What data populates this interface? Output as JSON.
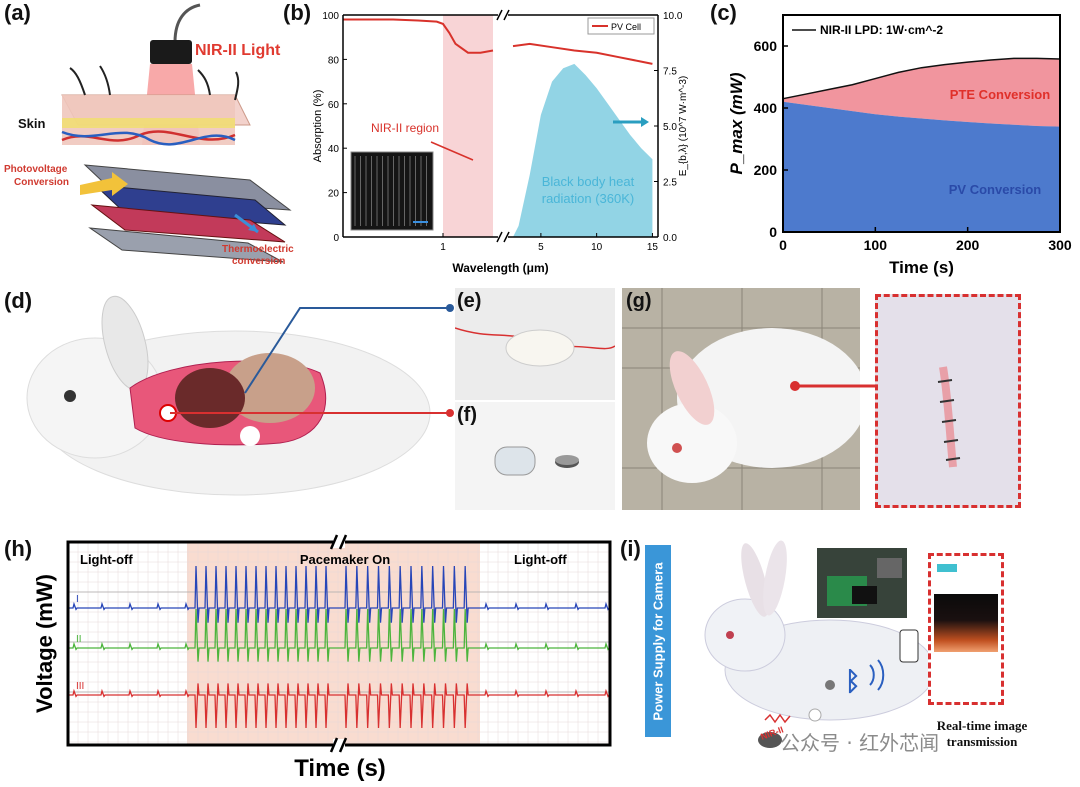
{
  "panels": {
    "a": {
      "letter": "(a)",
      "light_label": "NIR-II Light",
      "skin_label": "Skin",
      "pv_label_1": "Photovoltage",
      "pv_label_2": "Conversion",
      "te_label_1": "Thermoelectric",
      "te_label_2": "conversion"
    },
    "b": {
      "letter": "(b)"
    },
    "c": {
      "letter": "(c)"
    },
    "d": {
      "letter": "(d)"
    },
    "e": {
      "letter": "(e)"
    },
    "f": {
      "letter": "(f)"
    },
    "g": {
      "letter": "(g)"
    },
    "h": {
      "letter": "(h)"
    },
    "i": {
      "letter": "(i)",
      "side_label": "Power Supply for Camera",
      "nir_label": "NIR-II",
      "caption_1": "Real-time image",
      "caption_2": "transmission"
    }
  },
  "watermark": "公众号 · 红外芯闻",
  "colors": {
    "pv_red": "#d8322b",
    "pink_band": "#f6c9cc",
    "bb_cyan": "#7fcde0",
    "pte_pink": "#f08a93",
    "pv_blue": "#3a6cc8",
    "ecg_blue": "#2846b8",
    "ecg_green": "#4cb43c",
    "ecg_red": "#d83030",
    "pacemaker_bg": "#f9dcd0"
  },
  "chart_data": [
    {
      "id": "b",
      "type": "area",
      "xlabel": "Wavelength (μm)",
      "ylabel_left": "Absorption (%)",
      "ylabel_right": "E_{b,λ} (10^7 W·m^-3)",
      "xticks_left": [
        "1"
      ],
      "xticks_right": [
        "5",
        "10",
        "15"
      ],
      "yticks_left": [
        "0",
        "20",
        "40",
        "60",
        "80",
        "100"
      ],
      "yticks_right": [
        "0.0",
        "2.5",
        "5.0",
        "7.5",
        "10.0"
      ],
      "ylim_left": [
        0,
        100
      ],
      "ylim_right": [
        0,
        10
      ],
      "legend": "PV Cell",
      "legend_position": "top-right",
      "annotations": {
        "nir_region": "NIR-II region",
        "blackbody_1": "Black body heat",
        "blackbody_2": "radiation (360K)"
      },
      "series": [
        {
          "name": "PV Cell",
          "axis": "left",
          "segment": "left",
          "x": [
            0.2,
            0.4,
            0.6,
            0.8,
            0.95,
            1.0,
            1.05,
            1.1,
            1.2,
            1.3,
            1.4
          ],
          "y": [
            98,
            98,
            98,
            97.5,
            97,
            96,
            92,
            87,
            83,
            83,
            84
          ]
        },
        {
          "name": "PV Cell",
          "axis": "left",
          "segment": "right",
          "x": [
            2.5,
            4,
            6,
            8,
            10,
            12,
            14,
            15
          ],
          "y": [
            86,
            87,
            85.5,
            84,
            83,
            81,
            79,
            78
          ]
        },
        {
          "name": "Black body heat radiation (360K)",
          "axis": "right",
          "segment": "right",
          "x": [
            2.5,
            3,
            4,
            5,
            6,
            7,
            8,
            9,
            10,
            11,
            12,
            13,
            14,
            15
          ],
          "y": [
            0.0,
            0.5,
            2.8,
            5.5,
            7.0,
            7.6,
            7.8,
            7.3,
            6.7,
            6.0,
            5.3,
            4.6,
            4.0,
            3.5
          ]
        }
      ],
      "nir_band": [
        1.0,
        1.4
      ]
    },
    {
      "id": "c",
      "type": "area",
      "xlabel": "Time (s)",
      "ylabel": "P_max (mW)",
      "xticks": [
        "0",
        "100",
        "200",
        "300"
      ],
      "yticks": [
        "0",
        "200",
        "400",
        "600"
      ],
      "xlim": [
        0,
        300
      ],
      "ylim": [
        0,
        700
      ],
      "legend": "NIR-II LPD: 1W·cm^-2",
      "legend_position": "top-left",
      "series": [
        {
          "name": "NIR-II LPD: 1W·cm^-2",
          "x": [
            0,
            25,
            50,
            75,
            100,
            125,
            150,
            175,
            200,
            225,
            250,
            275,
            300
          ],
          "y": [
            430,
            445,
            460,
            475,
            495,
            515,
            530,
            540,
            548,
            555,
            560,
            560,
            558
          ]
        },
        {
          "name": "PV Conversion",
          "x": [
            0,
            25,
            50,
            75,
            100,
            125,
            150,
            175,
            200,
            225,
            250,
            275,
            300
          ],
          "y": [
            420,
            410,
            400,
            390,
            380,
            372,
            366,
            360,
            355,
            350,
            346,
            342,
            340
          ]
        }
      ],
      "area_labels": {
        "pte": "PTE Conversion",
        "pv": "PV Conversion"
      }
    },
    {
      "id": "h",
      "type": "line",
      "xlabel": "Time (s)",
      "ylabel": "Voltage (mW)",
      "region_labels": [
        "Light-off",
        "Pacemaker On",
        "Light-off"
      ],
      "lead_labels": [
        "I",
        "II",
        "III"
      ],
      "leads": [
        {
          "name": "I",
          "baseline": 0,
          "spike": 70,
          "color": "blue"
        },
        {
          "name": "II",
          "baseline": 0,
          "spike": 65,
          "color": "green"
        },
        {
          "name": "III",
          "baseline": 0,
          "spike": -55,
          "color": "red"
        }
      ],
      "pacing_beats_segment1": 14,
      "pacing_beats_segment2": 12
    }
  ]
}
